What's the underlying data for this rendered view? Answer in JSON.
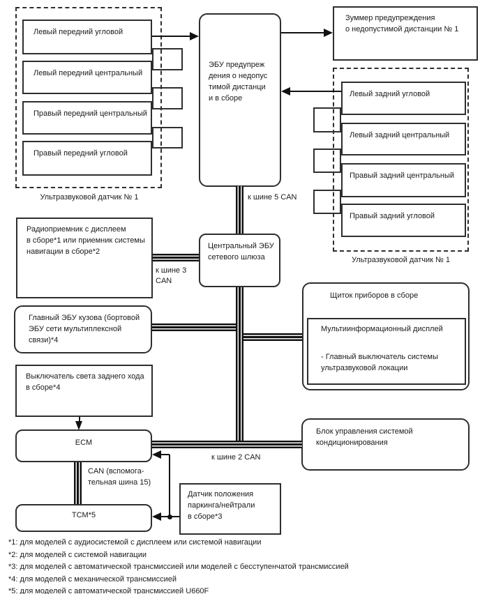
{
  "colors": {
    "ink": "#1a1a1a",
    "paper": "#ffffff"
  },
  "front_sensor_group": {
    "caption": "Ультразвуковой датчик № 1",
    "sensors": [
      "Левый передний угловой",
      "Левый передний центральный",
      "Правый передний центральный",
      "Правый передний угловой"
    ]
  },
  "rear_sensor_group": {
    "caption": "Ультразвуковой датчик № 1",
    "sensors": [
      "Левый задний угловой",
      "Левый задний центральный",
      "Правый задний центральный",
      "Правый задний угловой"
    ]
  },
  "boxes": {
    "warning_ecu": {
      "lines": [
        "ЭБУ предупреж",
        "дения о недопус",
        "тимой дистанци",
        "и в сборе"
      ]
    },
    "buzzer": {
      "lines": [
        "Зуммер предупреждения",
        "о недопустимой дистанции № 1"
      ]
    },
    "central_gateway_ecu": {
      "lines": [
        "Центральный ЭБУ",
        "сетевого шлюза"
      ]
    },
    "radio_receiver": {
      "lines": [
        "Радиоприемник с дисплеем",
        "в сборе*1 или приемник системы",
        "навигации в сборе*2"
      ]
    },
    "main_body_ecu": {
      "lines": [
        "Главный ЭБУ кузова (бортовой",
        "ЭБУ сети мультиплексной",
        "связи)*4"
      ]
    },
    "backup_light_switch": {
      "lines": [
        "Выключатель света заднего хода",
        "в сборе*4"
      ]
    },
    "ecm": {
      "label": "ECM"
    },
    "tcm": {
      "label": "TCM*5"
    },
    "park_neutral_sensor": {
      "lines": [
        "Датчик положения",
        "паркинга/нейтрали",
        "в сборе*3"
      ]
    },
    "instrument_cluster": {
      "title": "Щиток приборов в сборе",
      "display_label": "Мультиинформационный дисплей",
      "switch_lines": [
        "- Главный выключатель системы",
        "ультразвуковой локации"
      ]
    },
    "ac_control": {
      "lines": [
        "Блок управления системой",
        "кондиционирования"
      ]
    }
  },
  "bus_labels": {
    "can5": "к шине 5 CAN",
    "can3": {
      "lines": [
        "к шине 3",
        "CAN"
      ]
    },
    "can2": "к шине 2 CAN",
    "can_aux": {
      "lines": [
        "CAN (вспомога-",
        "тельная шина 15)"
      ]
    }
  },
  "footnotes": [
    "*1: для моделей с аудиосистемой с дисплеем или системой навигации",
    "*2: для моделей с системой навигации",
    "*3: для моделей с автоматической трансмиссией или моделей с бесступенчатой трансмиссией",
    "*4: для моделей с механической трансмиссией",
    "*5: для моделей с автоматической трансмиссией U660F"
  ]
}
